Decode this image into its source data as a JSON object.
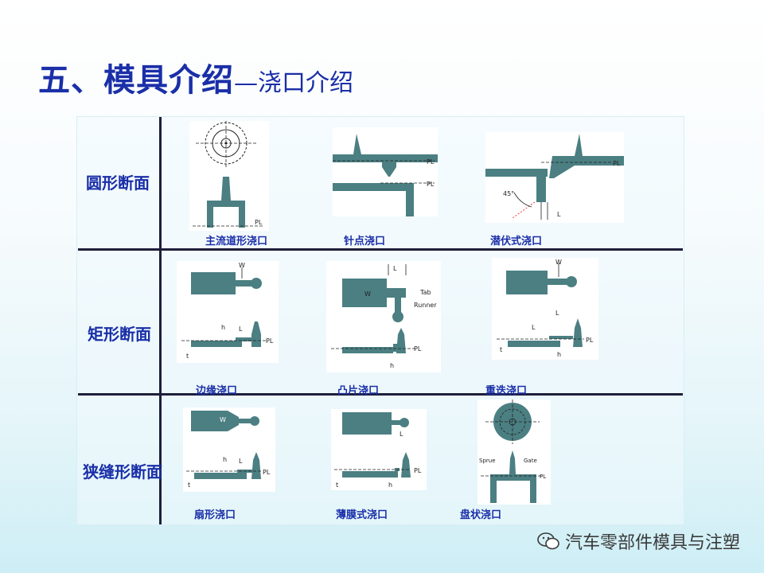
{
  "title": {
    "main": "五、模具介绍",
    "sub": "—浇口介绍"
  },
  "rows": [
    {
      "label": "圆形断面"
    },
    {
      "label": "矩形断面"
    },
    {
      "label": "狭缝形断面"
    }
  ],
  "captions": {
    "sprue": "主流道形浇口",
    "pin": "针点浇口",
    "submarine": "潜伏式浇口",
    "edge": "边缘浇口",
    "tab": "凸片浇口",
    "overlap": "重迭浇口",
    "fan": "扇形浇口",
    "film": "薄膜式浇口",
    "disk": "盘状浇口"
  },
  "fig_labels": {
    "pl": "PL",
    "w": "W",
    "l": "L",
    "t": "t",
    "h": "h",
    "l1": "L",
    "l2": "L",
    "tab": "Tab",
    "runner": "Runner",
    "angle": "45°",
    "sprue": "Sprue",
    "gate": "Gate"
  },
  "colors": {
    "part": "#4b7f82",
    "title": "#1a2fa8",
    "line": "#1e1e3a"
  },
  "watermark": "汽车零部件模具与注塑"
}
